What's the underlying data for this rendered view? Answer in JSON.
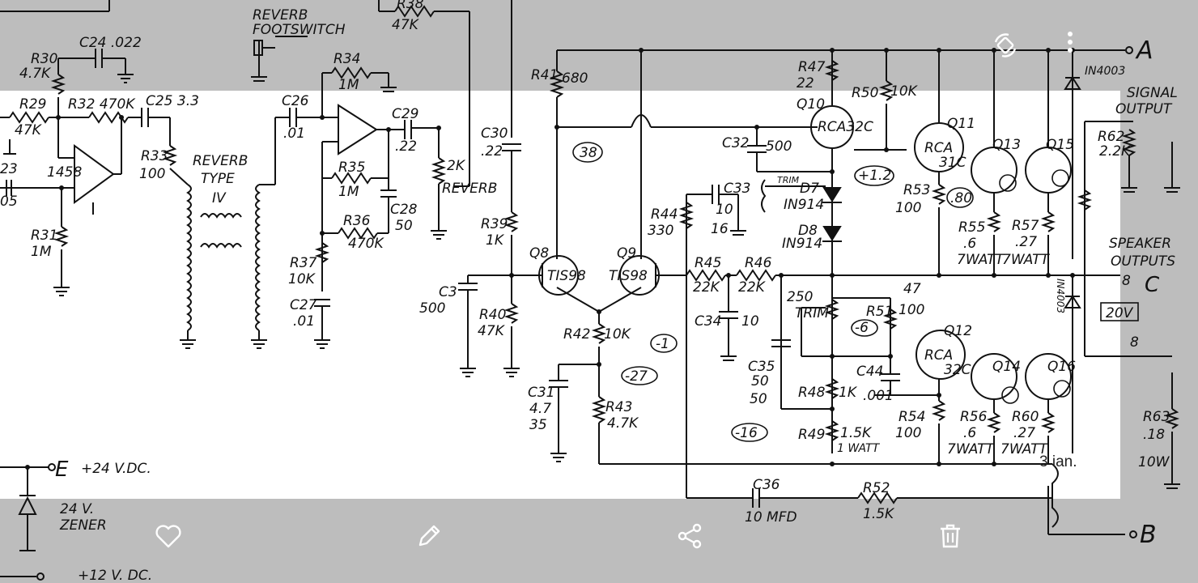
{
  "viewer": {
    "date_label": "3 ian.",
    "top_actions": {
      "rotate_icon": "auto-rotate-icon",
      "menu_icon": "more-vertical-icon"
    },
    "bottom_actions": [
      {
        "name": "favorite",
        "icon": "heart-icon"
      },
      {
        "name": "edit",
        "icon": "pencil-icon"
      },
      {
        "name": "share",
        "icon": "share-icon"
      },
      {
        "name": "delete",
        "icon": "trash-icon"
      }
    ],
    "overlay_color": "#bdbdbd",
    "page_color": "#ffffff"
  },
  "schematic": {
    "labels": {
      "r30": "R30",
      "r30v": "4.7K",
      "c24": "C24 .022",
      "reverb_fs": "REVERB",
      "footswitch": "FOOTSWITCH",
      "r38": "R38",
      "r38v": "47K",
      "r29": "R29",
      "r29v": "47K",
      "r32": "R32 470K",
      "c25": "C25 3.3",
      "ic": "1458",
      "r33": "R33",
      "r33v": "100",
      "r31": "R31",
      "r31v": "1M",
      "reverb_type": "REVERB",
      "type": "TYPE",
      "type_num": "IV",
      "r34": "R34",
      "r34v": "1M",
      "c26": "C26",
      "c26v": ".01",
      "c29": "C29",
      "c29v": ".22",
      "r35": "R35",
      "r35v": "1M",
      "r36": "R36",
      "r36v": "470K",
      "c28": "C28",
      "c28v": "50",
      "r37": "R37",
      "r37v": "10K",
      "c27": "C27",
      "c27v": ".01",
      "pot_2k": "2K",
      "pot_reverb": "REVERB",
      "r41": "R41",
      "r41v": "680",
      "c30": "C30",
      "c30v": ".22",
      "r39": "R39",
      "r39v": "1K",
      "c3": "C3",
      "c3v": "500",
      "r40": "R40",
      "r40v": "47K",
      "q8": "Q8",
      "q8t": "TIS98",
      "q9": "Q9",
      "q9t": "TIS98",
      "n38": "38",
      "n1": "-1",
      "n27": "-27",
      "n16": "-16",
      "n6": "-6",
      "n12": "+1.2",
      "n80": ".80",
      "r42": "R42",
      "r42v": "10K",
      "c31": "C31",
      "c31v": "4.7",
      "c31v2": "35",
      "r43": "R43",
      "r43v": "4.7K",
      "r44": "R44",
      "r44v": "330",
      "r45": "R45",
      "r45v": "22K",
      "r46": "R46",
      "r46v": "22K",
      "c34": "C34",
      "c34v": "10",
      "c32": "C32",
      "c32v": "500",
      "c33": "C33",
      "c33v": "10",
      "c33v2": "16",
      "d7": "D7",
      "d7v": "IN914",
      "d8": "D8",
      "d8v": "IN914",
      "trim": "TRIM",
      "r47": "R47",
      "r47v": "22",
      "q10": "Q10",
      "q10t": "RCA32C",
      "r50": "R50",
      "r50v": "10K",
      "q11": "Q11",
      "q11t": "RCA",
      "q11t2": "31C",
      "q13": "Q13",
      "q15": "Q15",
      "r53": "R53",
      "r53v": "100",
      "r55": "R55",
      "r55v": ".6",
      "r57": "R57",
      "r57v": ".27",
      "watt7": "7WATT",
      "r250": "250",
      "trim2": "TRIM",
      "r51": "R51",
      "r51v": "100",
      "r47b": "47",
      "q12": "Q12",
      "q12t": "RCA",
      "q12t2": "32C",
      "q14": "Q14",
      "q16": "Q16",
      "c35": "C35",
      "c35v": "50",
      "c35v2": "50",
      "r48": "R48",
      "r48v": "1K",
      "c44": "C44",
      "c44v": ".001",
      "r54": "R54",
      "r54v": "100",
      "r56": "R56",
      "r56v": ".6",
      "r60": "R60",
      "r60v": ".27",
      "r49": "R49",
      "r49v": "1.5K",
      "r49v2": "1 WATT",
      "c36": "C36",
      "c36v": "10 MFD",
      "r52": "R52",
      "r52v": "1.5K",
      "in4003a": "IN4003",
      "in4003b": "IN4003",
      "signal": "SIGNAL",
      "output": "OUTPUT",
      "r62": "R62",
      "r62v": "2.2K",
      "speaker": "SPEAKER",
      "outputs": "OUTPUTS",
      "ohm8": "8",
      "v20": "20V",
      "r63": "R63",
      "r63v": ".18",
      "r63v2": "10W",
      "vdc24": "+24 V.DC.",
      "zener": "24 V.",
      "zener2": "ZENER",
      "vdc12": "+12 V. DC.",
      "pin_a": "A",
      "pin_b": "B",
      "pin_c": "C",
      "pin_e": "E",
      "num23": "23",
      "num05": "05"
    }
  }
}
